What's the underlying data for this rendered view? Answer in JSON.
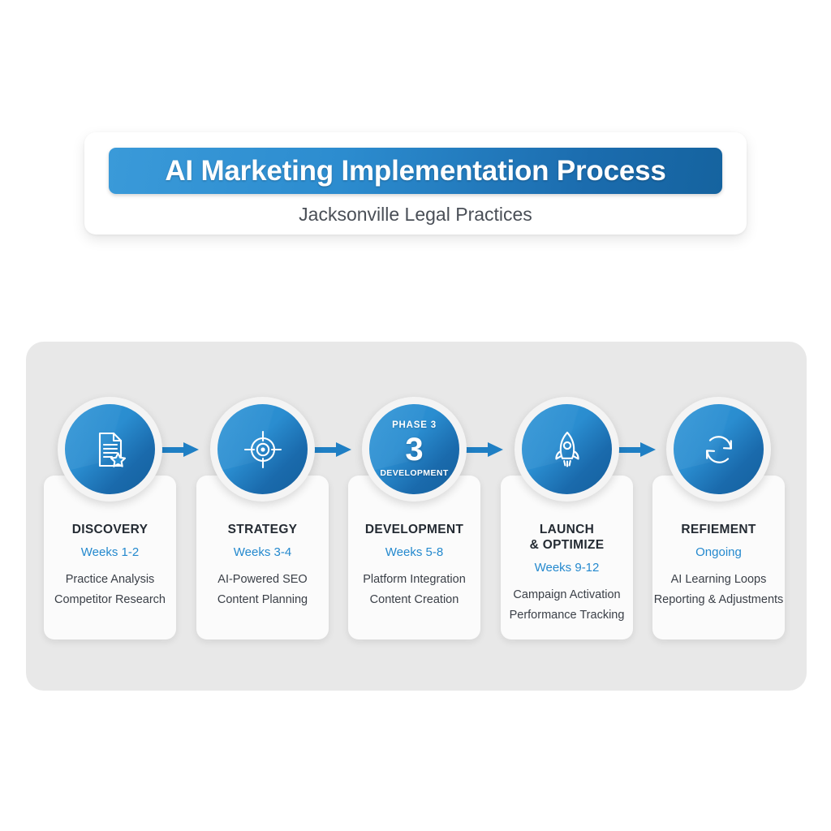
{
  "header": {
    "title": "AI Marketing Implementation Process",
    "subtitle": "Jacksonville Legal Practices",
    "title_gradient_from": "#3a9ad9",
    "title_gradient_to": "#15639f"
  },
  "theme": {
    "page_background": "#ffffff",
    "panel_background": "#e8e8e8",
    "card_background": "#fbfbfb",
    "accent_blue": "#2489ce",
    "arrow_blue": "#1f7fc4",
    "circle_gradient_from": "#2e94d6",
    "circle_gradient_to": "#14619e",
    "title_color": "#242b33",
    "body_text_color": "#3b4048"
  },
  "process": {
    "arrow_count": 4,
    "arrow_label": "next-phase-arrow",
    "phases": [
      {
        "index": 1,
        "title": "DISCOVERY",
        "period": "Weeks 1-2",
        "icon": "document-star-icon",
        "items": [
          "Practice Analysis",
          "Competitor Research"
        ]
      },
      {
        "index": 2,
        "title": "STRATEGY",
        "period": "Weeks 3-4",
        "icon": "target-crosshair-icon",
        "items": [
          "AI-Powered SEO",
          "Content Planning"
        ]
      },
      {
        "index": 3,
        "title": "DEVELOPMENT",
        "period": "Weeks 5-8",
        "icon": "phase-number-badge",
        "badge_kicker": "PHASE 3",
        "badge_number": "3",
        "badge_caption": "DEVELOPMENT",
        "items": [
          "Platform Integration",
          "Content Creation"
        ]
      },
      {
        "index": 4,
        "title": "LAUNCH\n& OPTIMIZE",
        "period": "Weeks 9-12",
        "icon": "rocket-icon",
        "items": [
          "Campaign Activation",
          "Performance Tracking"
        ]
      },
      {
        "index": 5,
        "title": "REFIEMENT",
        "period": "Ongoing",
        "icon": "refresh-cycle-icon",
        "items": [
          "AI Learning Loops",
          "Reporting & Adjustments"
        ]
      }
    ]
  }
}
